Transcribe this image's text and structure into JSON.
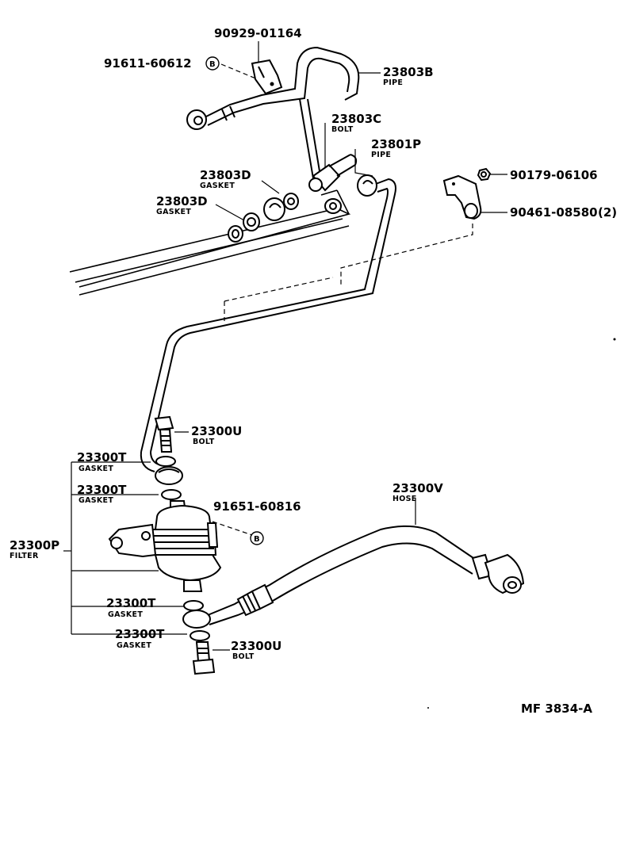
{
  "diagram": {
    "code": "MF 3834-A",
    "callouts": {
      "p90929": {
        "num": "90929-01164"
      },
      "p91611": {
        "num": "91611-60612",
        "mark": "B"
      },
      "p23803B": {
        "num": "23803B",
        "desc": "PIPE"
      },
      "p23803C": {
        "num": "23803C",
        "desc": "BOLT"
      },
      "p23801P": {
        "num": "23801P",
        "desc": "PIPE"
      },
      "p23803D_1": {
        "num": "23803D",
        "desc": "GASKET"
      },
      "p23803D_2": {
        "num": "23803D",
        "desc": "GASKET"
      },
      "p90179": {
        "num": "90179-06106"
      },
      "p90461": {
        "num": "90461-08580",
        "qty": "(2)"
      },
      "p23300U_1": {
        "num": "23300U",
        "desc": "BOLT"
      },
      "p23300T_1": {
        "num": "23300T",
        "desc": "GASKET"
      },
      "p23300T_2": {
        "num": "23300T",
        "desc": "GASKET"
      },
      "p91651": {
        "num": "91651-60816",
        "mark": "B"
      },
      "p23300P": {
        "num": "23300P",
        "desc": "FILTER"
      },
      "p23300V": {
        "num": "23300V",
        "desc": "HOSE"
      },
      "p23300T_3": {
        "num": "23300T",
        "desc": "GASKET"
      },
      "p23300T_4": {
        "num": "23300T",
        "desc": "GASKET"
      },
      "p23300U_2": {
        "num": "23300U",
        "desc": "BOLT"
      }
    }
  }
}
